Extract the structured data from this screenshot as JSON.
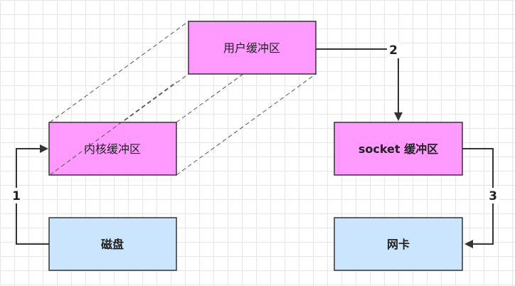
{
  "nodes": {
    "user_buffer": "用户缓冲区",
    "kernel_buffer": "内核缓冲区",
    "socket_buffer": "socket 缓冲区",
    "disk": "磁盘",
    "nic": "网卡"
  },
  "steps": {
    "step1": "1",
    "step2": "2",
    "step3": "3"
  },
  "colors": {
    "buffer_fill": "#ff99ff",
    "device_fill": "#cce5ff",
    "stroke": "#333333"
  }
}
